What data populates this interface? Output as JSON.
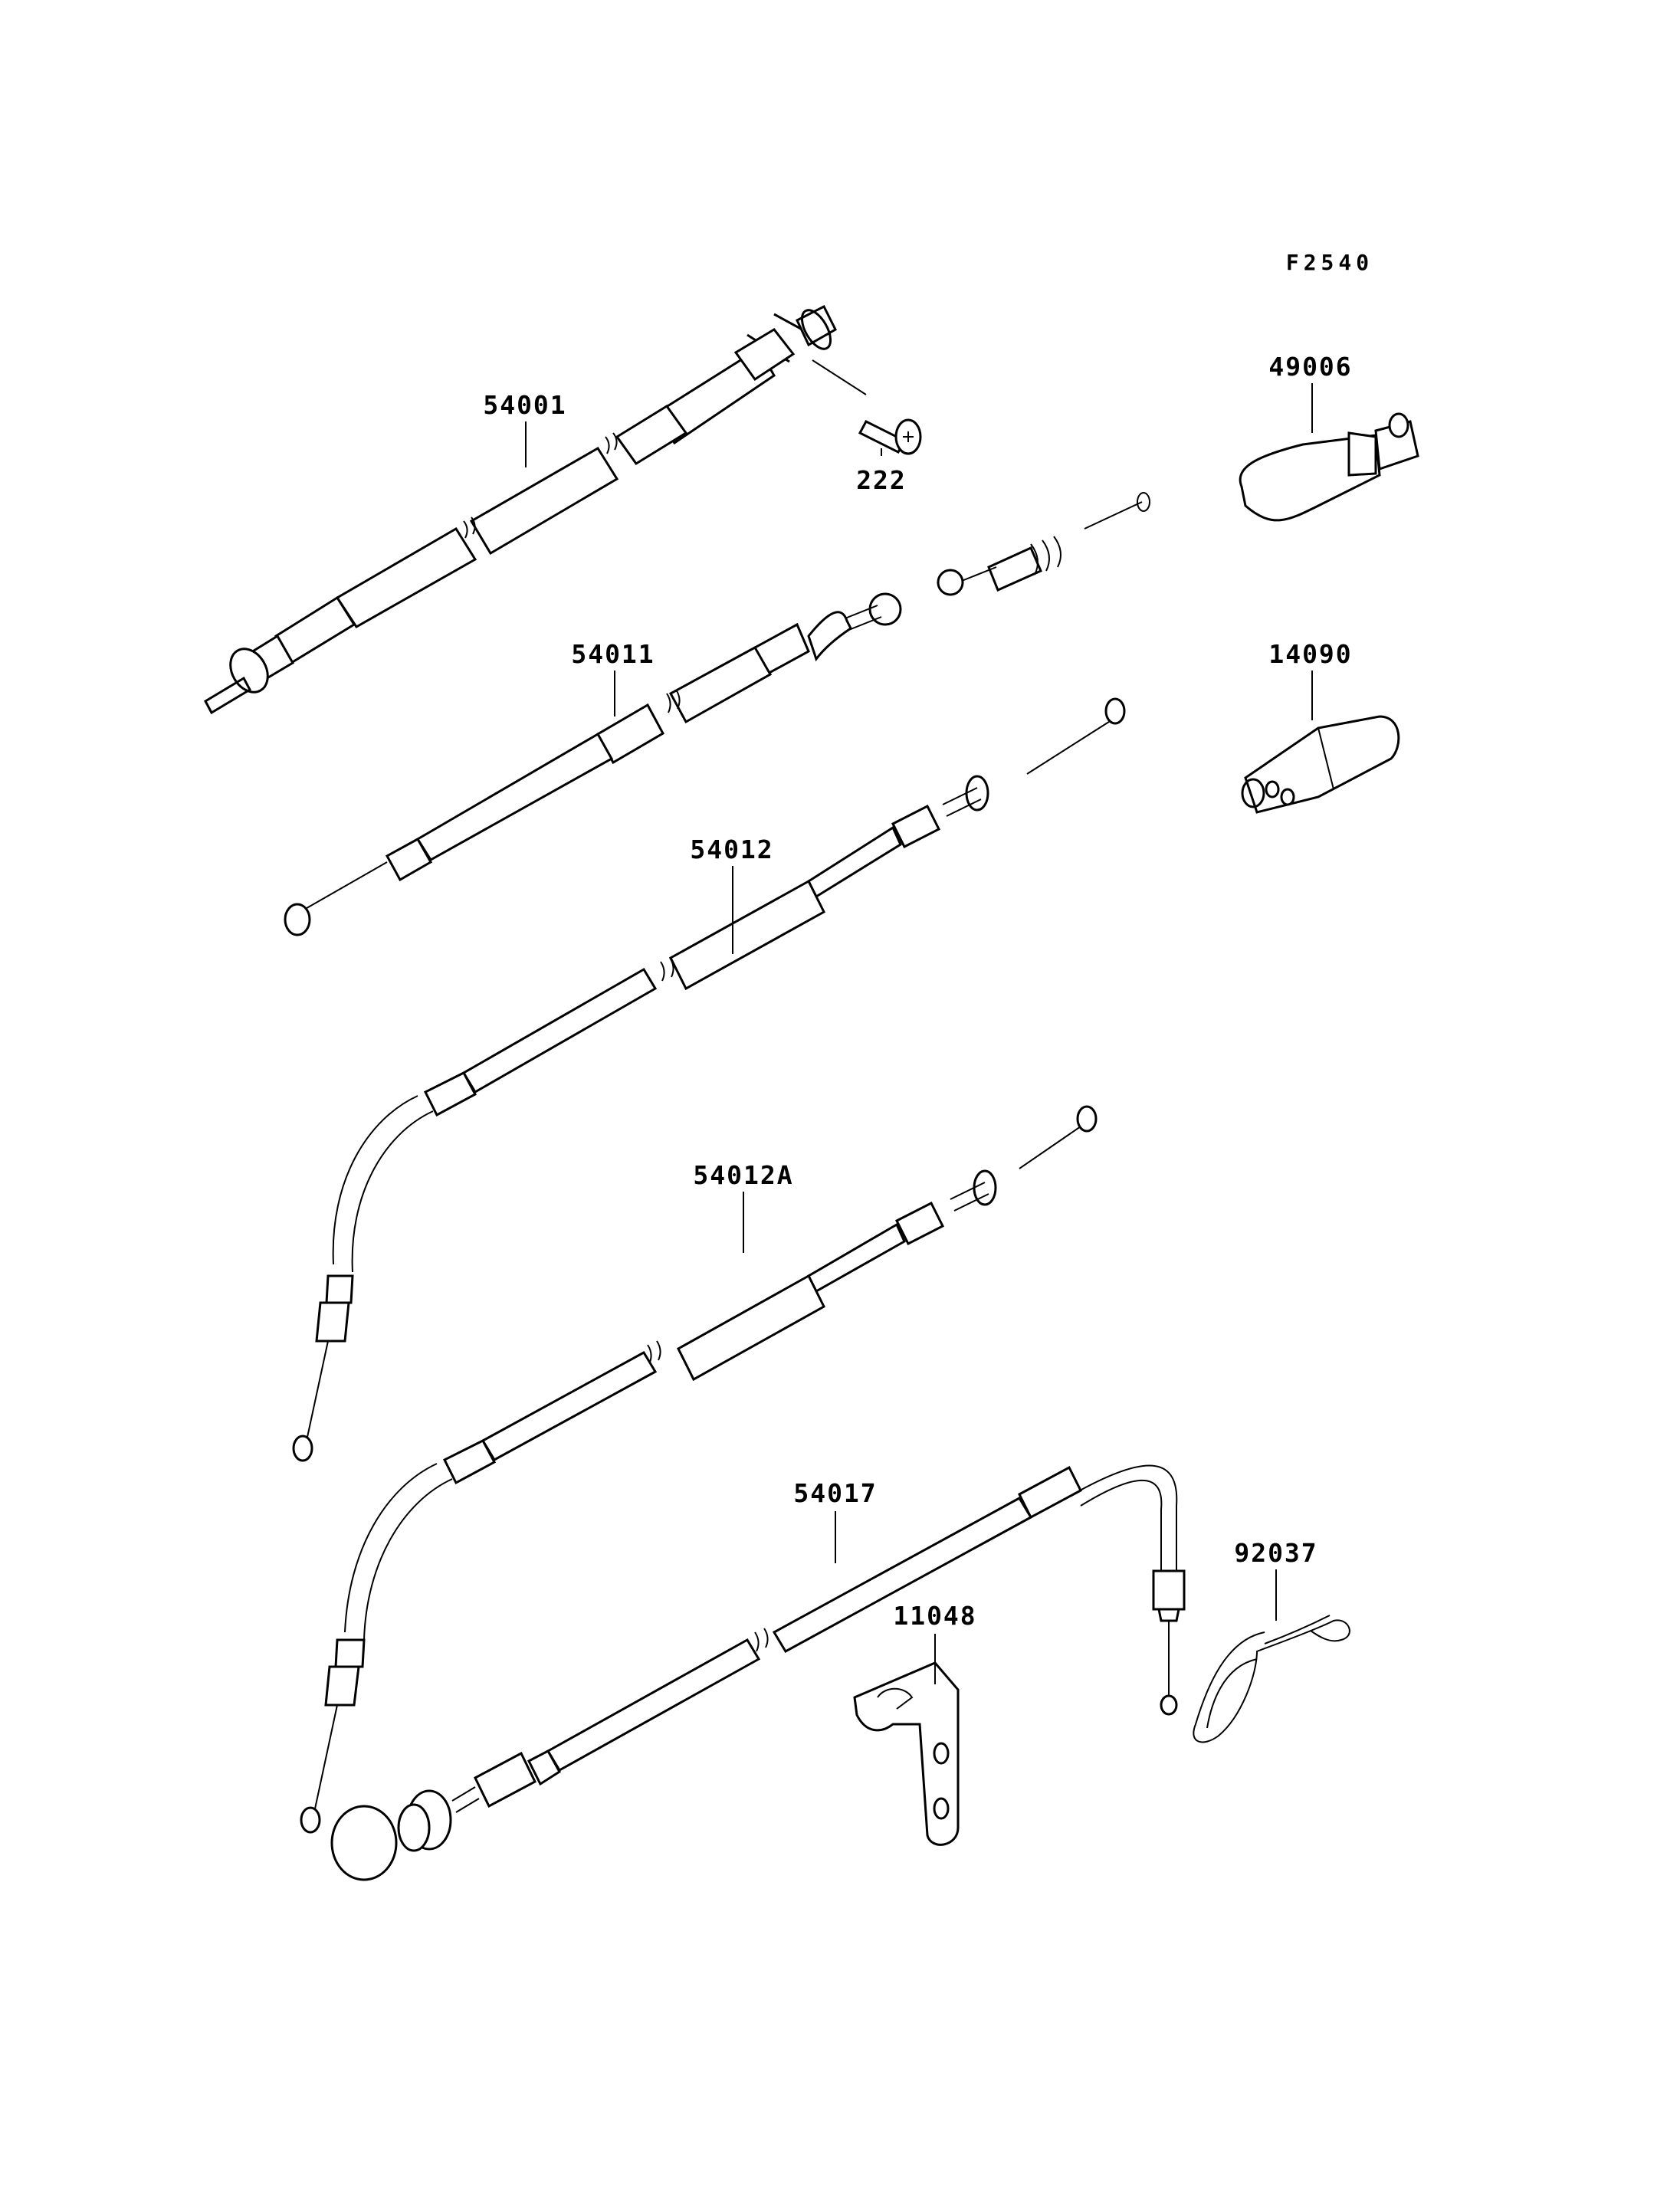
{
  "diagram_code": "F2540",
  "parts": [
    {
      "id": "part-54001",
      "label": "54001"
    },
    {
      "id": "part-222",
      "label": "222"
    },
    {
      "id": "part-54011",
      "label": "54011"
    },
    {
      "id": "part-54012",
      "label": "54012"
    },
    {
      "id": "part-54012a",
      "label": "54012A"
    },
    {
      "id": "part-54017",
      "label": "54017"
    },
    {
      "id": "part-49006",
      "label": "49006"
    },
    {
      "id": "part-14090",
      "label": "14090"
    },
    {
      "id": "part-11048",
      "label": "11048"
    },
    {
      "id": "part-92037",
      "label": "92037"
    }
  ]
}
